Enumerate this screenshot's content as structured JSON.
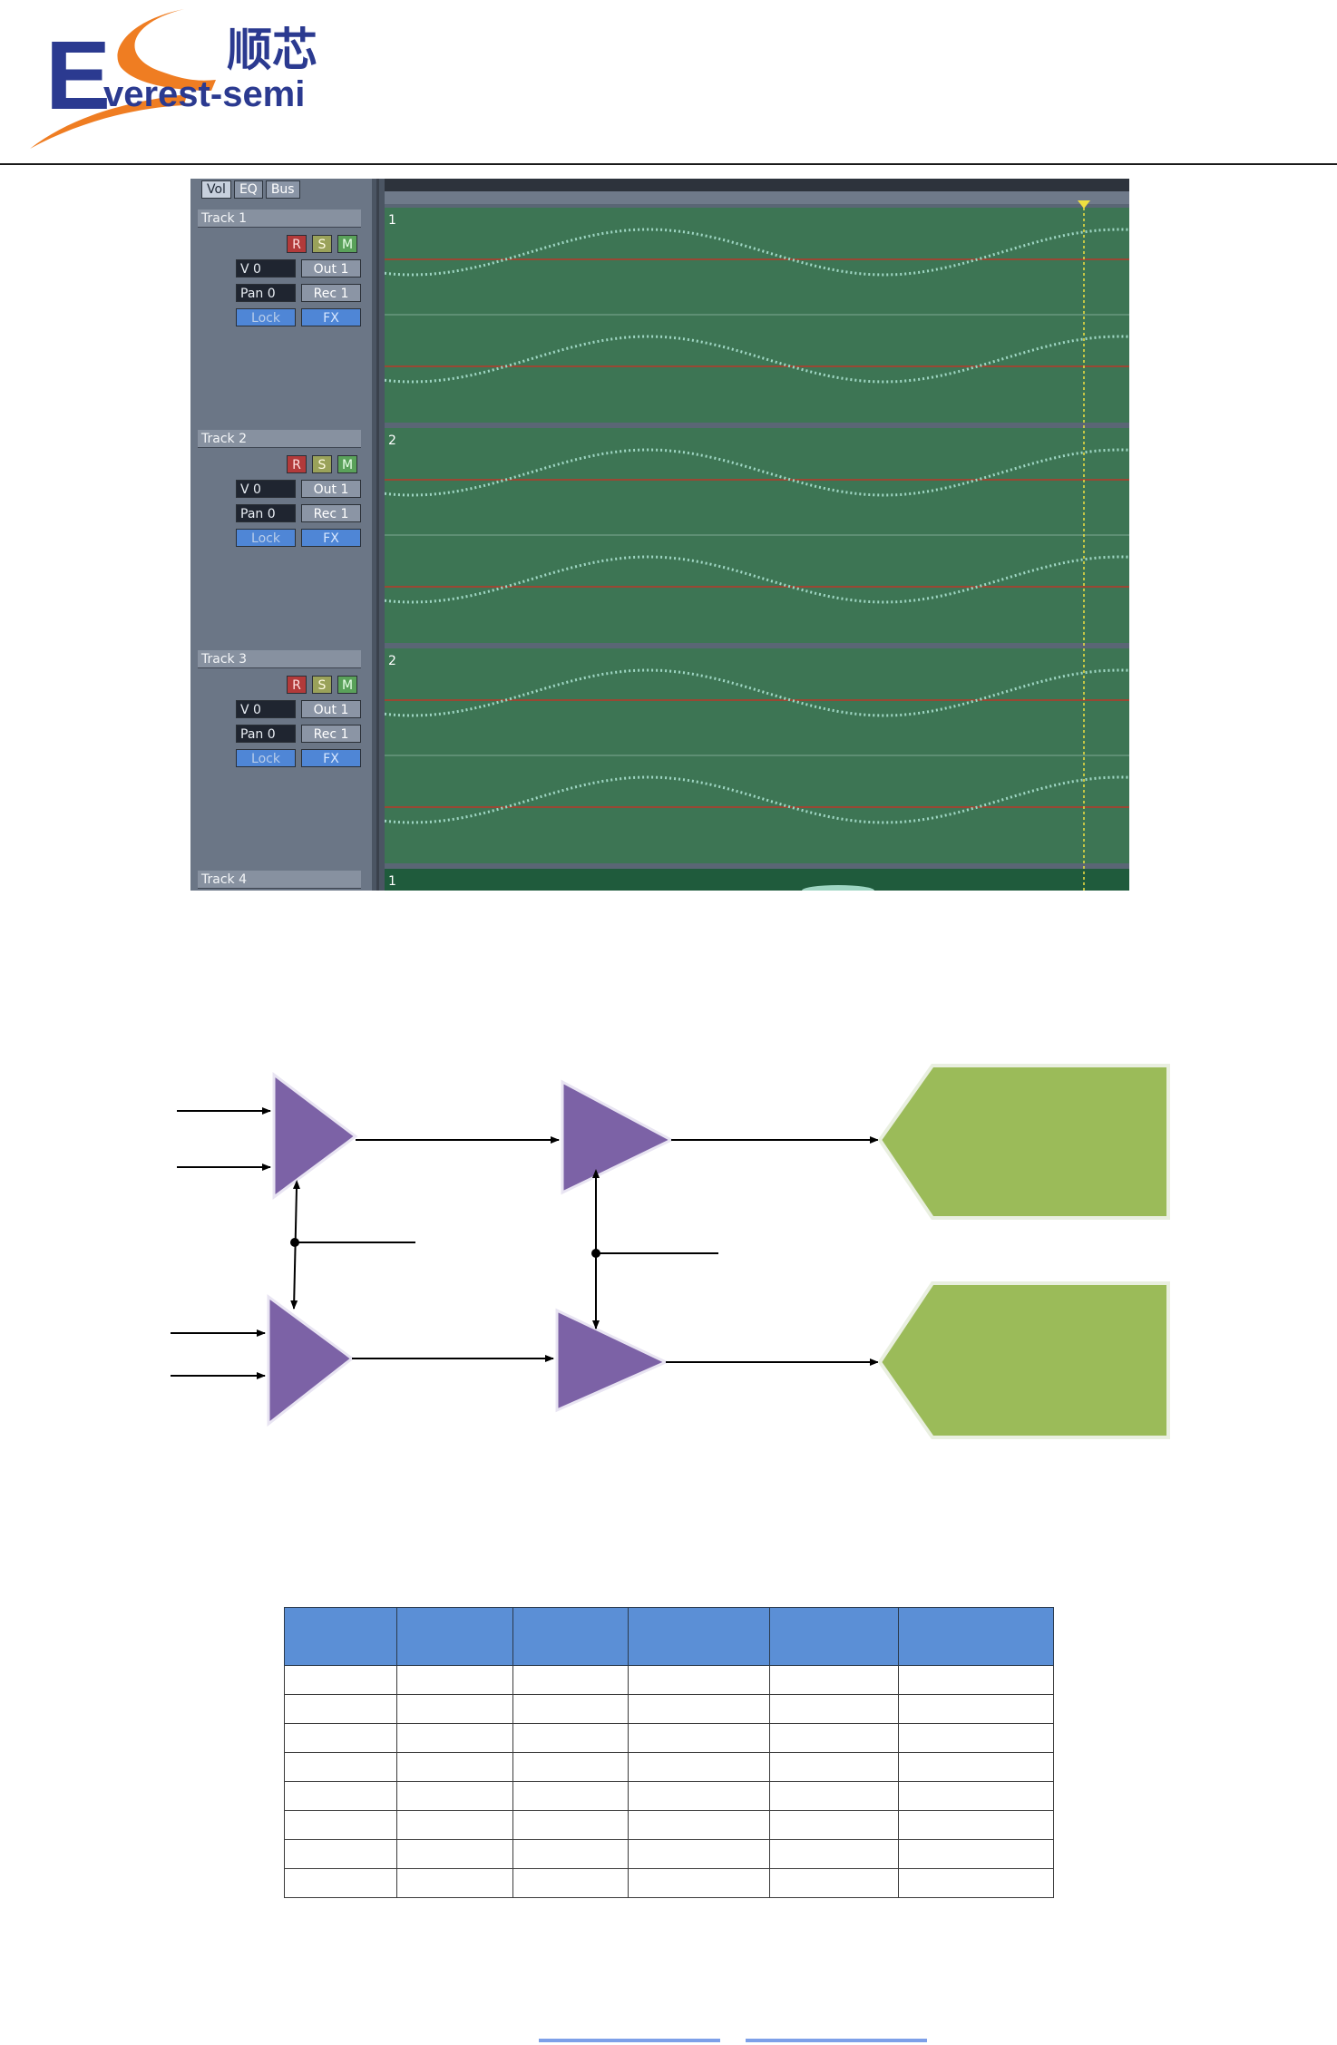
{
  "logo": {
    "letters": "ES",
    "wordmark": "verest-semi",
    "chinese": "顺芯"
  },
  "daw": {
    "tabs": [
      "Vol",
      "EQ",
      "Bus"
    ],
    "tracks": [
      {
        "name": "Track 1",
        "volume": "V 0",
        "pan": "Pan 0",
        "out": "Out 1",
        "rec": "Rec 1",
        "lock": "Lock",
        "fx": "FX",
        "r": "R",
        "s": "S",
        "m": "M",
        "clip_number": "1"
      },
      {
        "name": "Track 2",
        "volume": "V 0",
        "pan": "Pan 0",
        "out": "Out 1",
        "rec": "Rec 1",
        "lock": "Lock",
        "fx": "FX",
        "r": "R",
        "s": "S",
        "m": "M",
        "clip_number": "2"
      },
      {
        "name": "Track 3",
        "volume": "V 0",
        "pan": "Pan 0",
        "out": "Out 1",
        "rec": "Rec 1",
        "lock": "Lock",
        "fx": "FX",
        "r": "R",
        "s": "S",
        "m": "M",
        "clip_number": "2"
      },
      {
        "name": "Track 4",
        "clip_number": "1"
      }
    ],
    "colors": {
      "clip_bg": "#3d7554",
      "wave": "#9fd6c3",
      "center_line": "#b83a2a",
      "playhead": "#f0e040"
    }
  },
  "diagram": {
    "colors": {
      "amplifier": "#7c62a6",
      "output_block": "#9bbb59",
      "line": "#000000"
    }
  },
  "table": {
    "columns": 6,
    "body_rows": 8,
    "header_color": "#5b8fd6"
  }
}
